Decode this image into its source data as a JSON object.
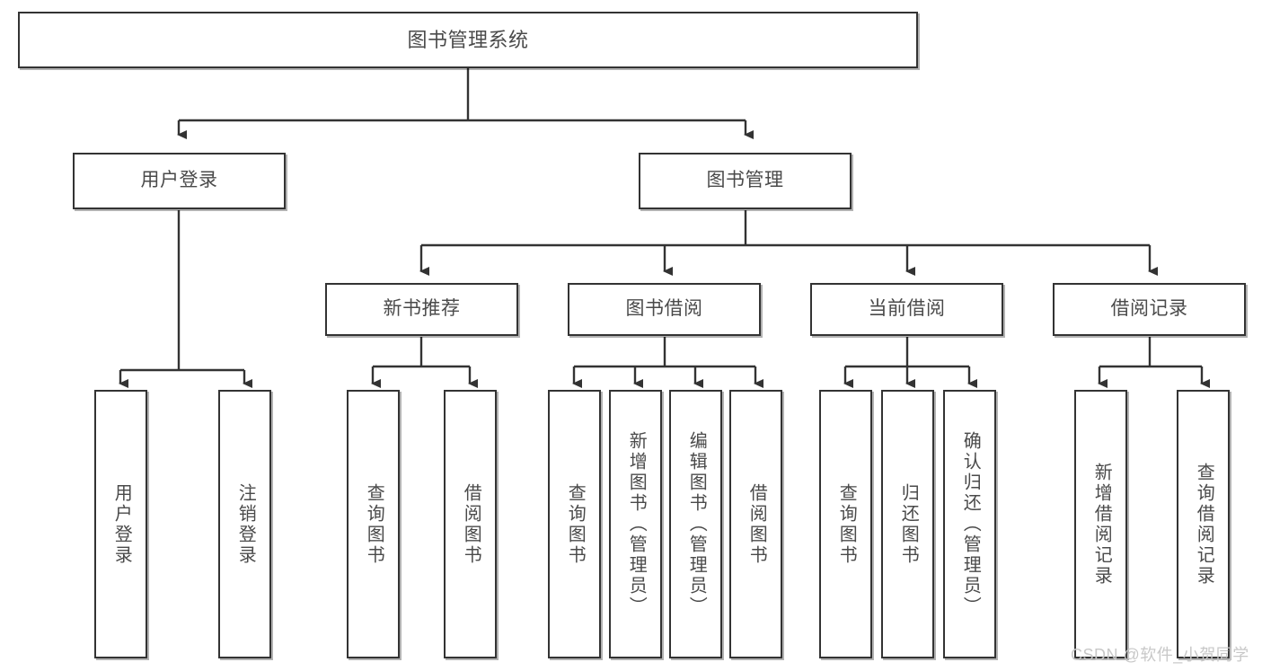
{
  "diagram": {
    "title": "图书管理系统",
    "type": "tree-hierarchy-diagram",
    "colors": {
      "box_border": "#333333",
      "box_fill": "#ffffff",
      "text": "#4a4a4a",
      "connector": "#333333",
      "watermark": "#c8c8c8",
      "background": "#ffffff"
    },
    "root": {
      "label": "图书管理系统"
    },
    "level2": [
      {
        "label": "用户登录"
      },
      {
        "label": "图书管理"
      }
    ],
    "level3": [
      {
        "label": "新书推荐"
      },
      {
        "label": "图书借阅"
      },
      {
        "label": "当前借阅"
      },
      {
        "label": "借阅记录"
      }
    ],
    "leaves": {
      "user_login": [
        {
          "label": "用户登录"
        },
        {
          "label": "注销登录"
        }
      ],
      "new_book_recommend": [
        {
          "label": "查询图书"
        },
        {
          "label": "借阅图书"
        }
      ],
      "book_borrow": [
        {
          "label": "查询图书"
        },
        {
          "label": "新增图书（管理员）"
        },
        {
          "label": "编辑图书（管理员）"
        },
        {
          "label": "借阅图书"
        }
      ],
      "current_borrow": [
        {
          "label": "查询图书"
        },
        {
          "label": "归还图书"
        },
        {
          "label": "确认归还（管理员）"
        }
      ],
      "borrow_record": [
        {
          "label": "新增借阅记录"
        },
        {
          "label": "查询借阅记录"
        }
      ]
    }
  },
  "watermark": {
    "text": "CSDN @软件_小贺同学"
  }
}
